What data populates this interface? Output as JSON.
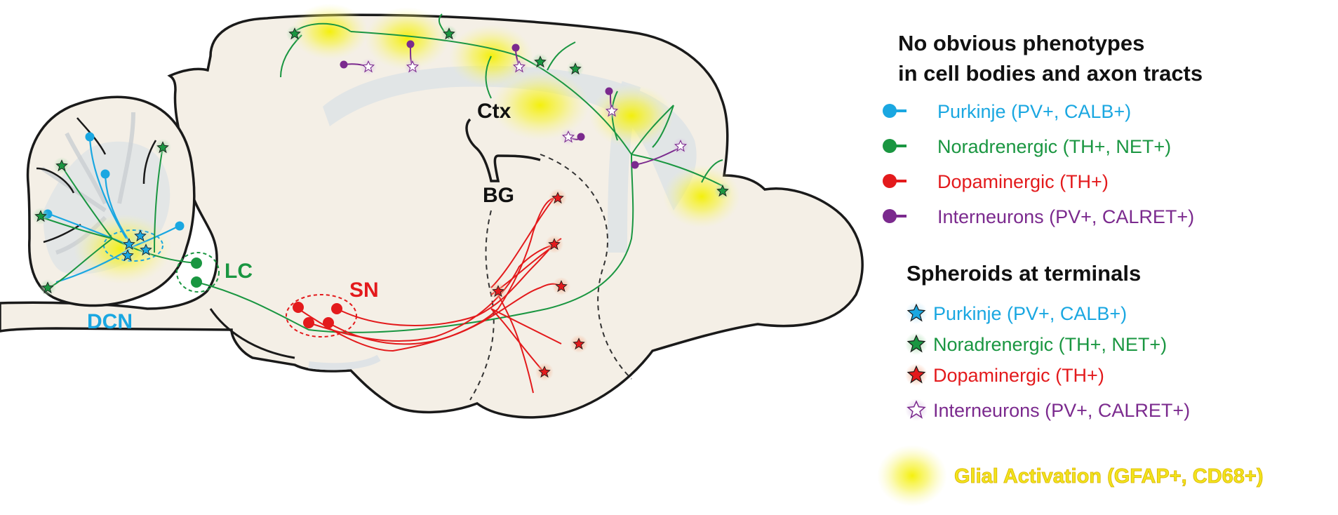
{
  "regions": {
    "ctx": "Ctx",
    "bg": "BG",
    "lc": "LC",
    "sn": "SN",
    "dcn": "DCN"
  },
  "legend": {
    "heading_line1": "No obvious phenotypes",
    "heading_line2": "in cell bodies and axon tracts",
    "neurons": [
      {
        "label": "Purkinje (PV+, CALB+)",
        "color": "#1aa7e1"
      },
      {
        "label": "Noradrenergic (TH+, NET+)",
        "color": "#1a9641"
      },
      {
        "label": "Dopaminergic (TH+)",
        "color": "#e31a1c"
      },
      {
        "label": "Interneurons (PV+, CALRET+)",
        "color": "#7b2a8e"
      }
    ],
    "spheroid_heading": "Spheroids at terminals",
    "spheroids": [
      {
        "label": "Purkinje (PV+, CALB+)",
        "color": "#1aa7e1"
      },
      {
        "label": "Noradrenergic (TH+, NET+)",
        "color": "#1a9641"
      },
      {
        "label": "Dopaminergic (TH+)",
        "color": "#e31a1c"
      },
      {
        "label": "Interneurons (PV+, CALRET+)",
        "color": "#7b2a8e"
      }
    ],
    "glial": "Glial Activation (GFAP+, CD68+)"
  },
  "colors": {
    "brain_fill": "#f4efe6",
    "white_matter": "#d9dde0",
    "outline": "#1a1a1a",
    "glial_glow": "#f4f000"
  }
}
